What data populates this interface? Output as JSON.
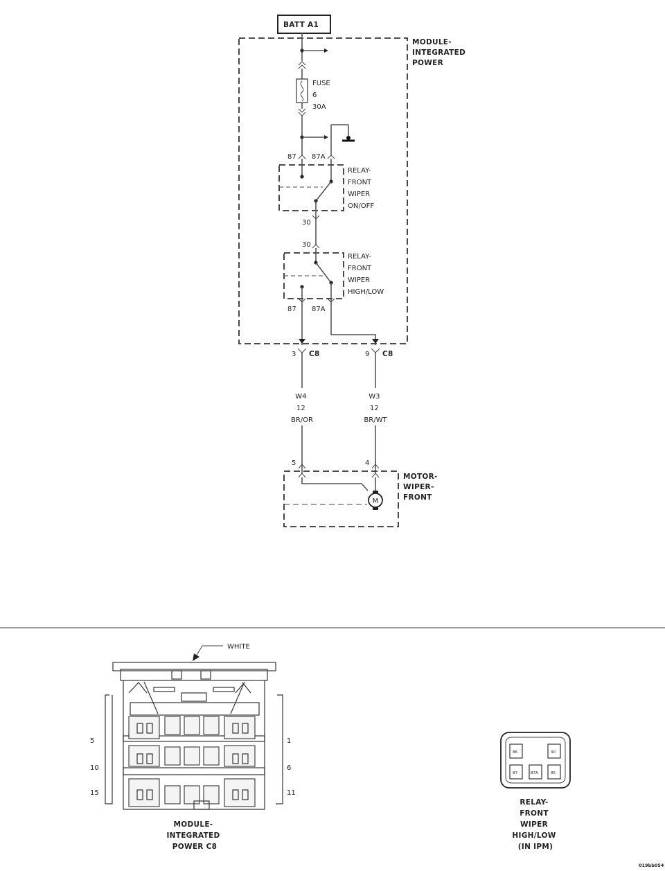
{
  "schematic": {
    "source_label": "BATT A1",
    "module_name": [
      "MODULE-",
      "INTEGRATED",
      "POWER"
    ],
    "fuse_label": [
      "FUSE",
      "6",
      "30A"
    ],
    "relay_on_off": {
      "name": [
        "RELAY-",
        "FRONT",
        "WIPER",
        "ON/OFF"
      ],
      "pin_87": "87",
      "pin_87a": "87A",
      "pin_30": "30"
    },
    "relay_high_low": {
      "name": [
        "RELAY-",
        "FRONT",
        "WIPER",
        "HIGH/LOW"
      ],
      "pin_30": "30",
      "pin_87": "87",
      "pin_87a": "87A"
    },
    "connector_left": {
      "pin": "3",
      "name": "C8"
    },
    "connector_right": {
      "pin": "9",
      "name": "C8"
    },
    "wire_left": {
      "circuit": "W4",
      "gauge": "12",
      "color": "BR/OR"
    },
    "wire_right": {
      "circuit": "W3",
      "gauge": "12",
      "color": "BR/WT"
    },
    "motor": {
      "pin_left": "5",
      "pin_right": "4",
      "name": [
        "MOTOR-",
        "WIPER-",
        "FRONT"
      ],
      "symbol": "M"
    }
  },
  "connector_view": {
    "color_callout": "WHITE",
    "pin_labels": {
      "top_left": "5",
      "mid_left": "10",
      "bottom_left": "15",
      "top_right": "1",
      "mid_right": "6",
      "bottom_right": "11"
    },
    "name": [
      "MODULE-",
      "INTEGRATED",
      "POWER C8"
    ]
  },
  "relay_view": {
    "cavities": {
      "c86": "86",
      "c30": "30",
      "c87": "87",
      "c87a": "87A",
      "c85": "85"
    },
    "name": [
      "RELAY-",
      "FRONT",
      "WIPER",
      "HIGH/LOW",
      "(IN IPM)"
    ]
  },
  "figure_id": "019bb054"
}
